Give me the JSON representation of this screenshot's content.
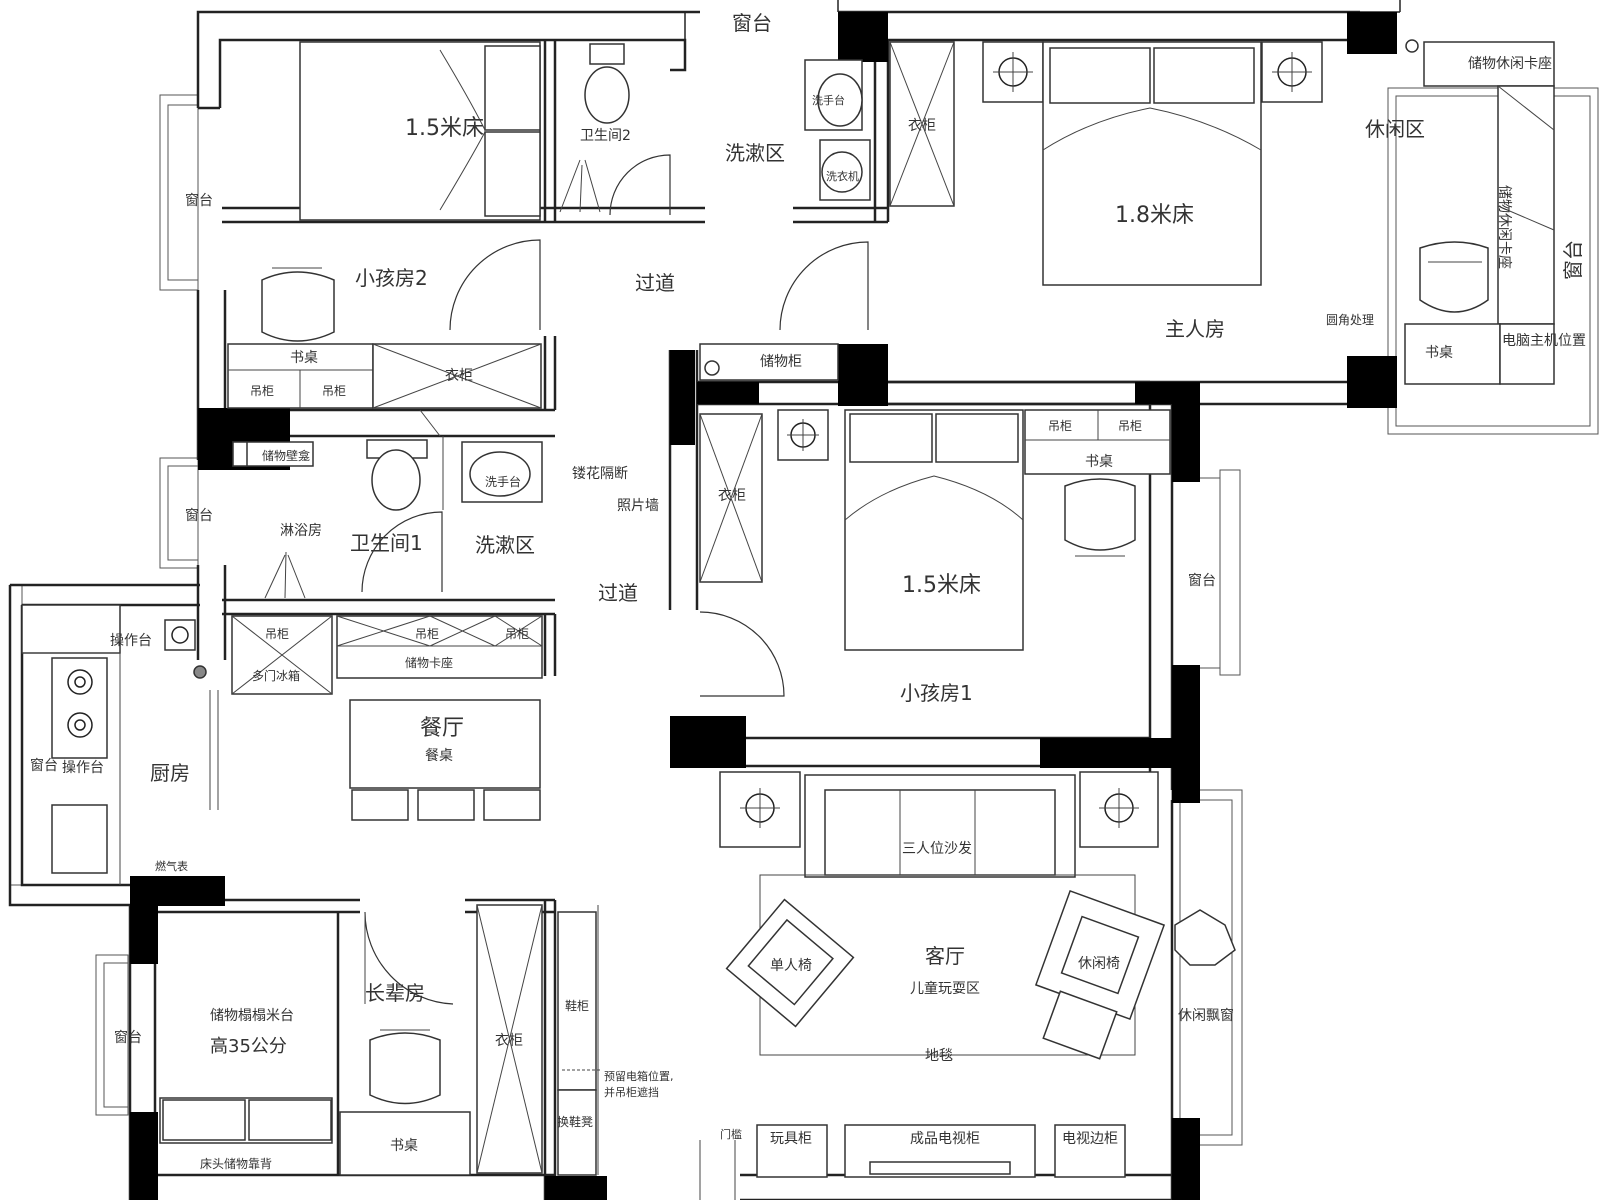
{
  "labels": {
    "win_top": "窗台",
    "bed15_top": "1.5米床",
    "wc2": "卫生间2",
    "wash_top": "洗漱区",
    "sink_top": "洗手台",
    "washer": "洗衣机",
    "wardrobe_master": "衣柜",
    "bed18": "1.8米床",
    "lounge": "休闲区",
    "storage_lounge_seat": "储物休闲卡座",
    "storage_lounge_seat_v": "储物休闲卡座",
    "win_right": "窗台",
    "corner": "圆角处理",
    "master_room": "主人房",
    "desk_master": "书桌",
    "pc_host": "电脑主机位置",
    "win_left1": "窗台",
    "kid2": "小孩房2",
    "corridor_top": "过道",
    "desk_kid2": "书桌",
    "shelf_a": "吊柜",
    "shelf_b": "吊柜",
    "wardrobe_kid2": "衣柜",
    "storage_cab_top": "储物柜",
    "storage_niche": "储物壁龛",
    "sink_mid": "洗手台",
    "glass_partition": "镂花隔断",
    "photo_wall": "照片墙",
    "shower": "淋浴房",
    "wc1": "卫生间1",
    "wash_mid": "洗漱区",
    "win_left2": "窗台",
    "corridor_mid": "过道",
    "wardrobe_kid1": "衣柜",
    "shelf_c": "吊柜",
    "shelf_d": "吊柜",
    "desk_kid1": "书桌",
    "bed15_mid": "1.5米床",
    "win_mid_right": "窗台",
    "kid1": "小孩房1",
    "counter_top": "操作台",
    "counter_left": "操作台",
    "win_kitchen": "窗台",
    "kitchen": "厨房",
    "shelf_e": "吊柜",
    "shelf_f": "吊柜",
    "shelf_g": "吊柜",
    "fridge": "多门冰箱",
    "storage_seat": "储物卡座",
    "dining": "餐厅",
    "dining_table": "餐桌",
    "sofa": "三人位沙发",
    "single_chair": "单人椅",
    "living": "客厅",
    "kids_play": "儿童玩耍区",
    "lounge_chair": "休闲椅",
    "rug": "地毯",
    "bay_window": "休闲飘窗",
    "gas_meter": "燃气表",
    "win_bottom_left": "窗台",
    "tatami": "储物榻榻米台",
    "tatami_height": "高35公分",
    "elder_room": "长辈房",
    "wardrobe_elder": "衣柜",
    "cab_elder": "鞋柜",
    "desk_elder": "书桌",
    "headboard": "床头储物靠背",
    "meter_box": "预留电箱位置,",
    "meter_box2": "并吊柜遮挡",
    "shoe_cab": "换鞋凳",
    "door": "门槛",
    "toy_cab": "玩具柜",
    "tv_cab": "成品电视柜",
    "tv_side": "电视边柜"
  }
}
